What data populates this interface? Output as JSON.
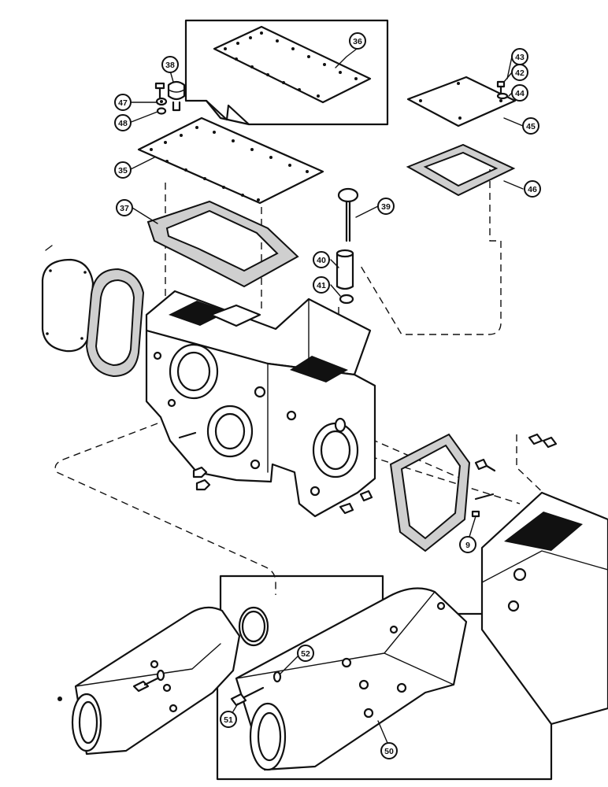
{
  "callouts": [
    {
      "id": "c36",
      "label": "36"
    },
    {
      "id": "c38",
      "label": "38"
    },
    {
      "id": "c47",
      "label": "47"
    },
    {
      "id": "c48",
      "label": "48"
    },
    {
      "id": "c35",
      "label": "35"
    },
    {
      "id": "c37",
      "label": "37"
    },
    {
      "id": "c43",
      "label": "43"
    },
    {
      "id": "c42",
      "label": "42"
    },
    {
      "id": "c44",
      "label": "44"
    },
    {
      "id": "c45",
      "label": "45"
    },
    {
      "id": "c46",
      "label": "46"
    },
    {
      "id": "c39",
      "label": "39"
    },
    {
      "id": "c40",
      "label": "40"
    },
    {
      "id": "c41",
      "label": "41"
    },
    {
      "id": "c9",
      "label": "9"
    },
    {
      "id": "c52",
      "label": "52"
    },
    {
      "id": "c51",
      "label": "51"
    },
    {
      "id": "c50",
      "label": "50"
    }
  ]
}
